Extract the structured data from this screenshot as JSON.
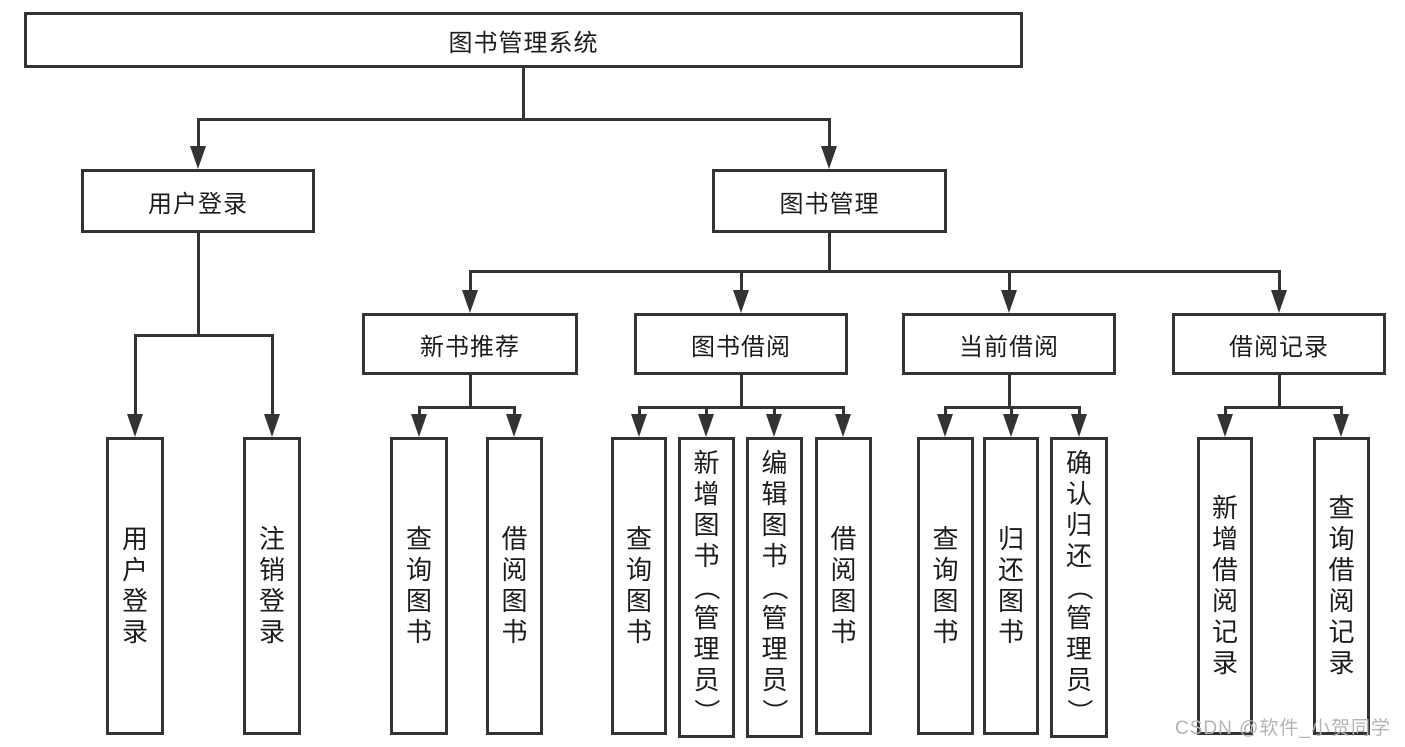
{
  "diagram": {
    "root": "图书管理系统",
    "user_login": {
      "label": "用户登录",
      "children": [
        "用户登录",
        "注销登录"
      ]
    },
    "book_management": {
      "label": "图书管理",
      "new_book_recommend": {
        "label": "新书推荐",
        "children": [
          "查询图书",
          "借阅图书"
        ]
      },
      "book_borrow": {
        "label": "图书借阅",
        "children": [
          "查询图书",
          "新增图书（管理员）",
          "编辑图书（管理员）",
          "借阅图书"
        ]
      },
      "current_borrow": {
        "label": "当前借阅",
        "children": [
          "查询图书",
          "归还图书",
          "确认归还（管理员）"
        ]
      },
      "borrow_record": {
        "label": "借阅记录",
        "children": [
          "新增借阅记录",
          "查询借阅记录"
        ]
      }
    }
  },
  "watermark": {
    "text": "CSDN @软件_小贺同学"
  },
  "colors": {
    "line": "#333333",
    "text": "#1c1c1c",
    "background": "#ffffff",
    "watermark": "#b4b4b4"
  }
}
